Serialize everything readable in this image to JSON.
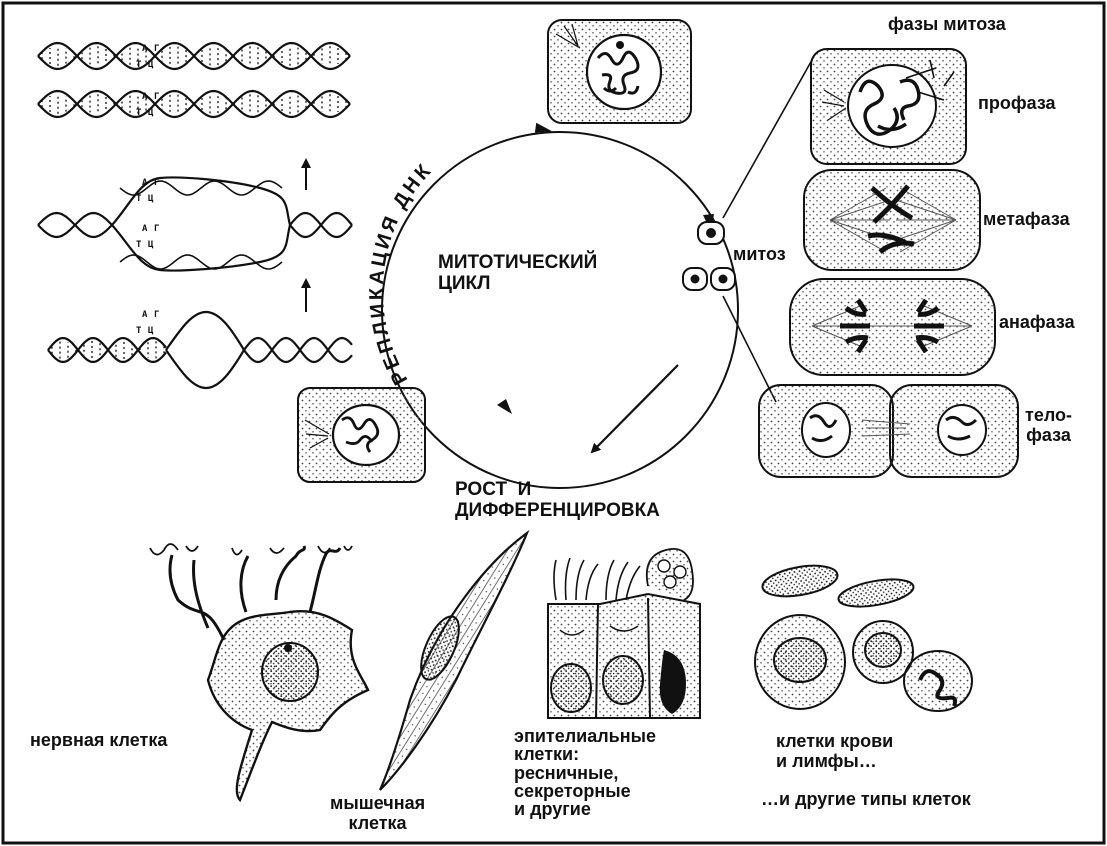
{
  "cycle": {
    "title": "МИТОТИЧЕСКИЙ\nЦИКЛ",
    "replication": "РЕПЛИКАЦИЯ ДНК",
    "mitosis": "митоз",
    "growth": "РОСТ  И\nДИФФЕРЕНЦИРОВКА"
  },
  "phases": {
    "title": "фазы митоза",
    "prophase": "профаза",
    "metaphase": "метафаза",
    "anaphase": "анафаза",
    "telophase": "тело-\nфаза"
  },
  "dna_bases": {
    "a": "А",
    "g": "Г",
    "t": "Т",
    "c": "Ц"
  },
  "cell_types": {
    "nerve": "нервная клетка",
    "muscle": "мышечная\nклетка",
    "epithelial": "эпителиальные\nклетки:\nресничные,\nсекреторные\nи другие",
    "blood": "клетки крови\nи лимфы…",
    "others": "…и другие типы клеток"
  },
  "colors": {
    "ink": "#111111",
    "paper": "#ffffff",
    "stipple": "#555555"
  }
}
